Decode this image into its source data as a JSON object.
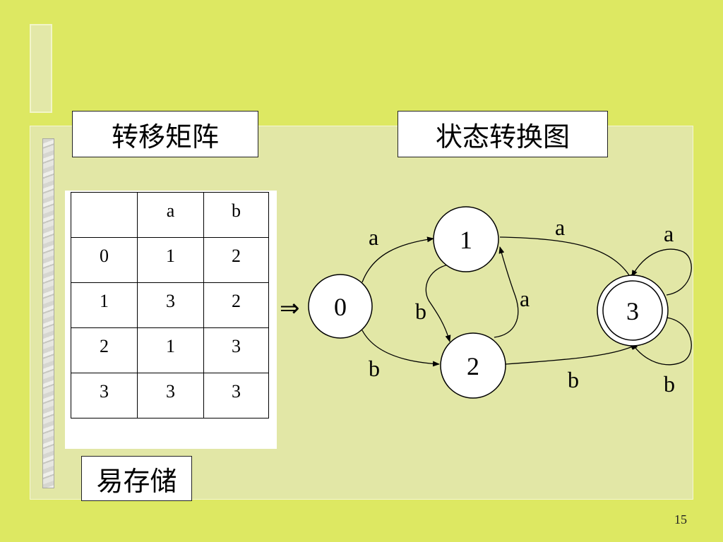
{
  "headings": {
    "matrix": "转移矩阵",
    "diagram": "状态转换图",
    "note": "易存储"
  },
  "table": {
    "header": [
      "",
      "a",
      "b"
    ],
    "rows": [
      [
        "0",
        "1",
        "2"
      ],
      [
        "1",
        "3",
        "2"
      ],
      [
        "2",
        "1",
        "3"
      ],
      [
        "3",
        "3",
        "3"
      ]
    ]
  },
  "arrow_symbol": "⇒",
  "states": [
    "0",
    "1",
    "2",
    "3"
  ],
  "final_state": "3",
  "edge_labels": {
    "e0_1": "a",
    "e0_2": "b",
    "e1_2": "b",
    "e2_1": "a",
    "e1_3": "a",
    "e2_3": "b",
    "loop3_a": "a",
    "loop3_b": "b"
  },
  "page_number": "15"
}
